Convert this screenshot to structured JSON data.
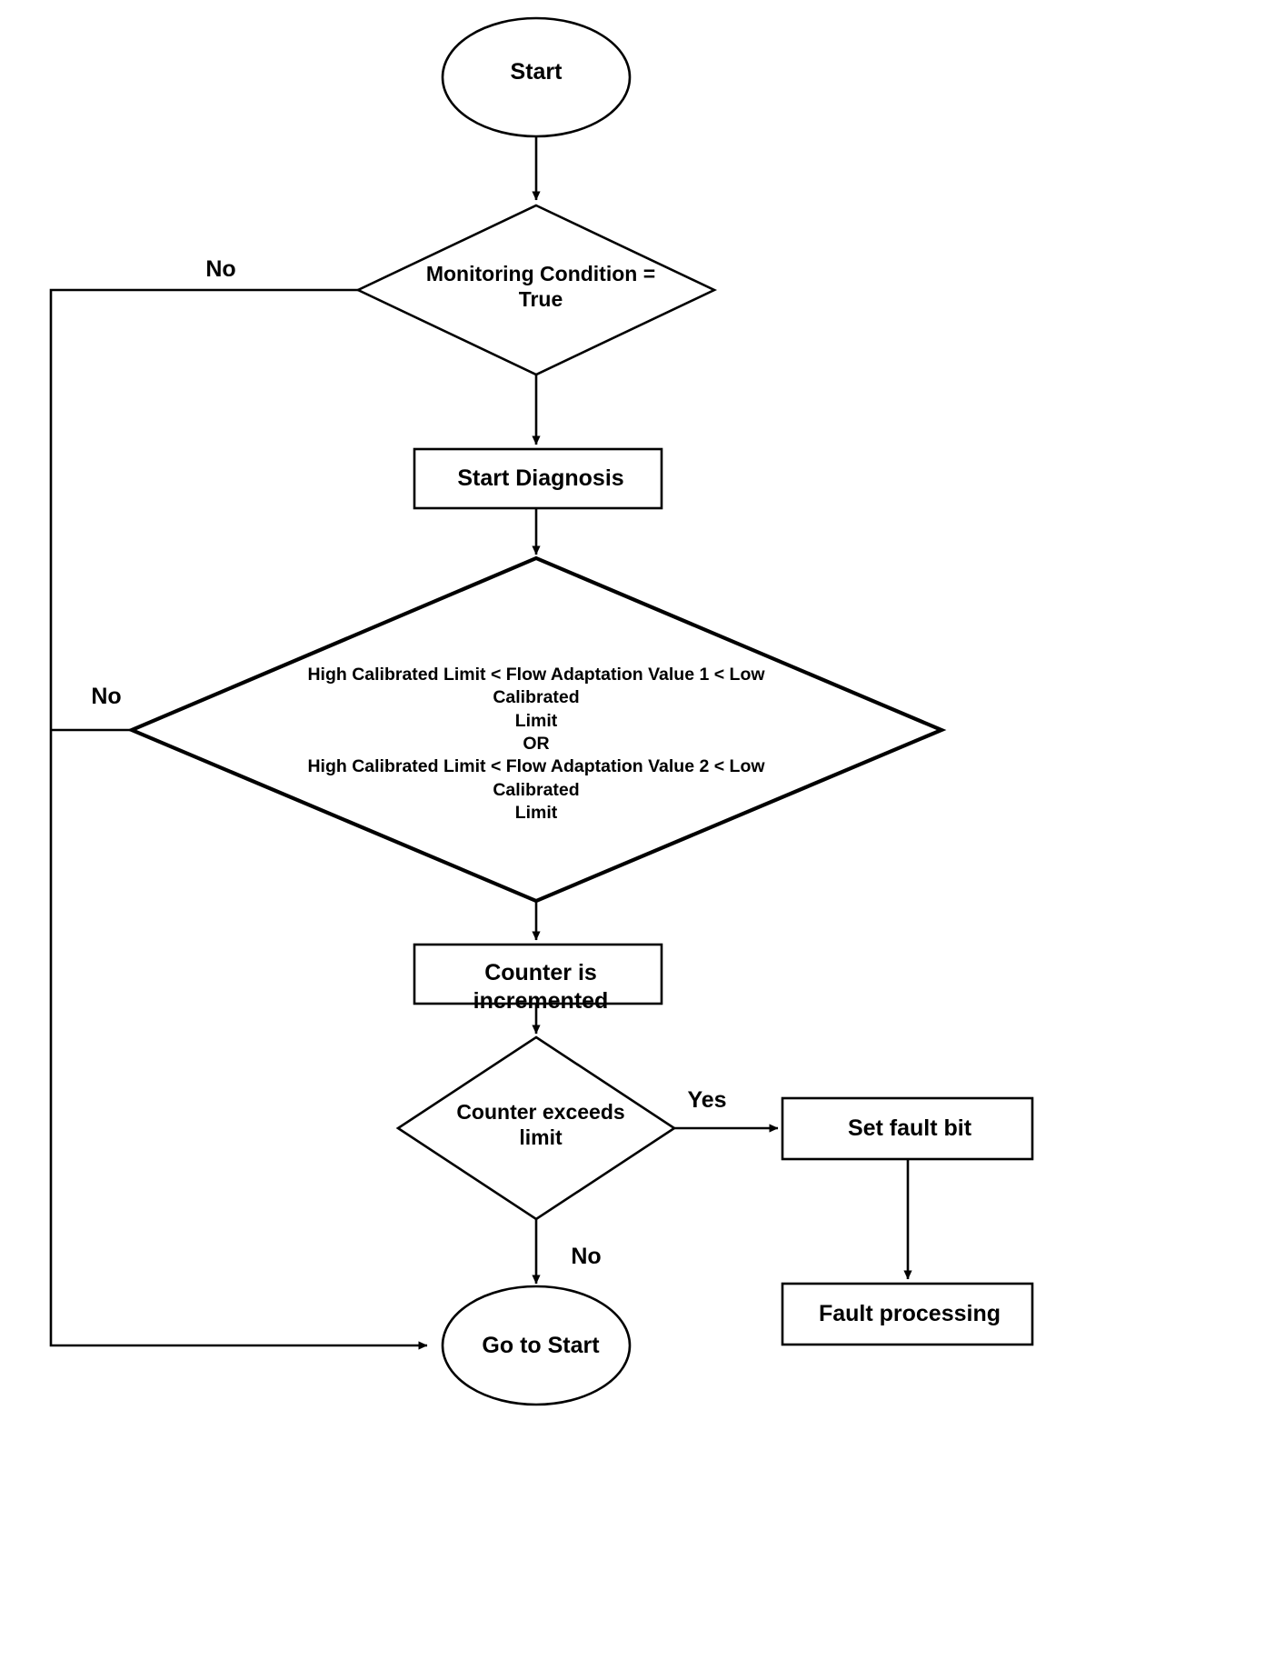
{
  "diagram": {
    "title": "Flow Adaptation Diagnostic Flowchart",
    "type": "flowchart",
    "background_color": "#ffffff",
    "stroke_color": "#000000",
    "text_color": "#000000"
  },
  "nodes": {
    "start": {
      "label": "Start",
      "shape": "ellipse"
    },
    "monitoring_condition": {
      "label": "Monitoring Condition =\nTrue",
      "shape": "diamond"
    },
    "start_diagnosis": {
      "label": "Start Diagnosis",
      "shape": "rectangle"
    },
    "limit_condition": {
      "label": "High Calibrated Limit < Flow Adaptation Value 1 < Low Calibrated\nLimit\nOR\nHigh Calibrated Limit < Flow Adaptation Value 2 < Low Calibrated\nLimit",
      "shape": "diamond"
    },
    "counter_incremented": {
      "label": "Counter is incremented",
      "shape": "rectangle"
    },
    "counter_exceeds_limit": {
      "label": "Counter exceeds\nlimit",
      "shape": "diamond"
    },
    "set_fault_bit": {
      "label": "Set fault bit",
      "shape": "rectangle"
    },
    "fault_processing": {
      "label": "Fault processing",
      "shape": "rectangle"
    },
    "go_to_start": {
      "label": "Go to Start",
      "shape": "ellipse"
    }
  },
  "edge_labels": {
    "monitoring_no": "No",
    "limit_no": "No",
    "counter_yes": "Yes",
    "counter_no": "No"
  },
  "edges": [
    {
      "from": "start",
      "to": "monitoring_condition",
      "label": ""
    },
    {
      "from": "monitoring_condition",
      "to": "go_to_start",
      "label": "No"
    },
    {
      "from": "monitoring_condition",
      "to": "start_diagnosis",
      "label": ""
    },
    {
      "from": "start_diagnosis",
      "to": "limit_condition",
      "label": ""
    },
    {
      "from": "limit_condition",
      "to": "go_to_start",
      "label": "No"
    },
    {
      "from": "limit_condition",
      "to": "counter_incremented",
      "label": ""
    },
    {
      "from": "counter_incremented",
      "to": "counter_exceeds_limit",
      "label": ""
    },
    {
      "from": "counter_exceeds_limit",
      "to": "set_fault_bit",
      "label": "Yes"
    },
    {
      "from": "counter_exceeds_limit",
      "to": "go_to_start",
      "label": "No"
    },
    {
      "from": "set_fault_bit",
      "to": "fault_processing",
      "label": ""
    }
  ]
}
